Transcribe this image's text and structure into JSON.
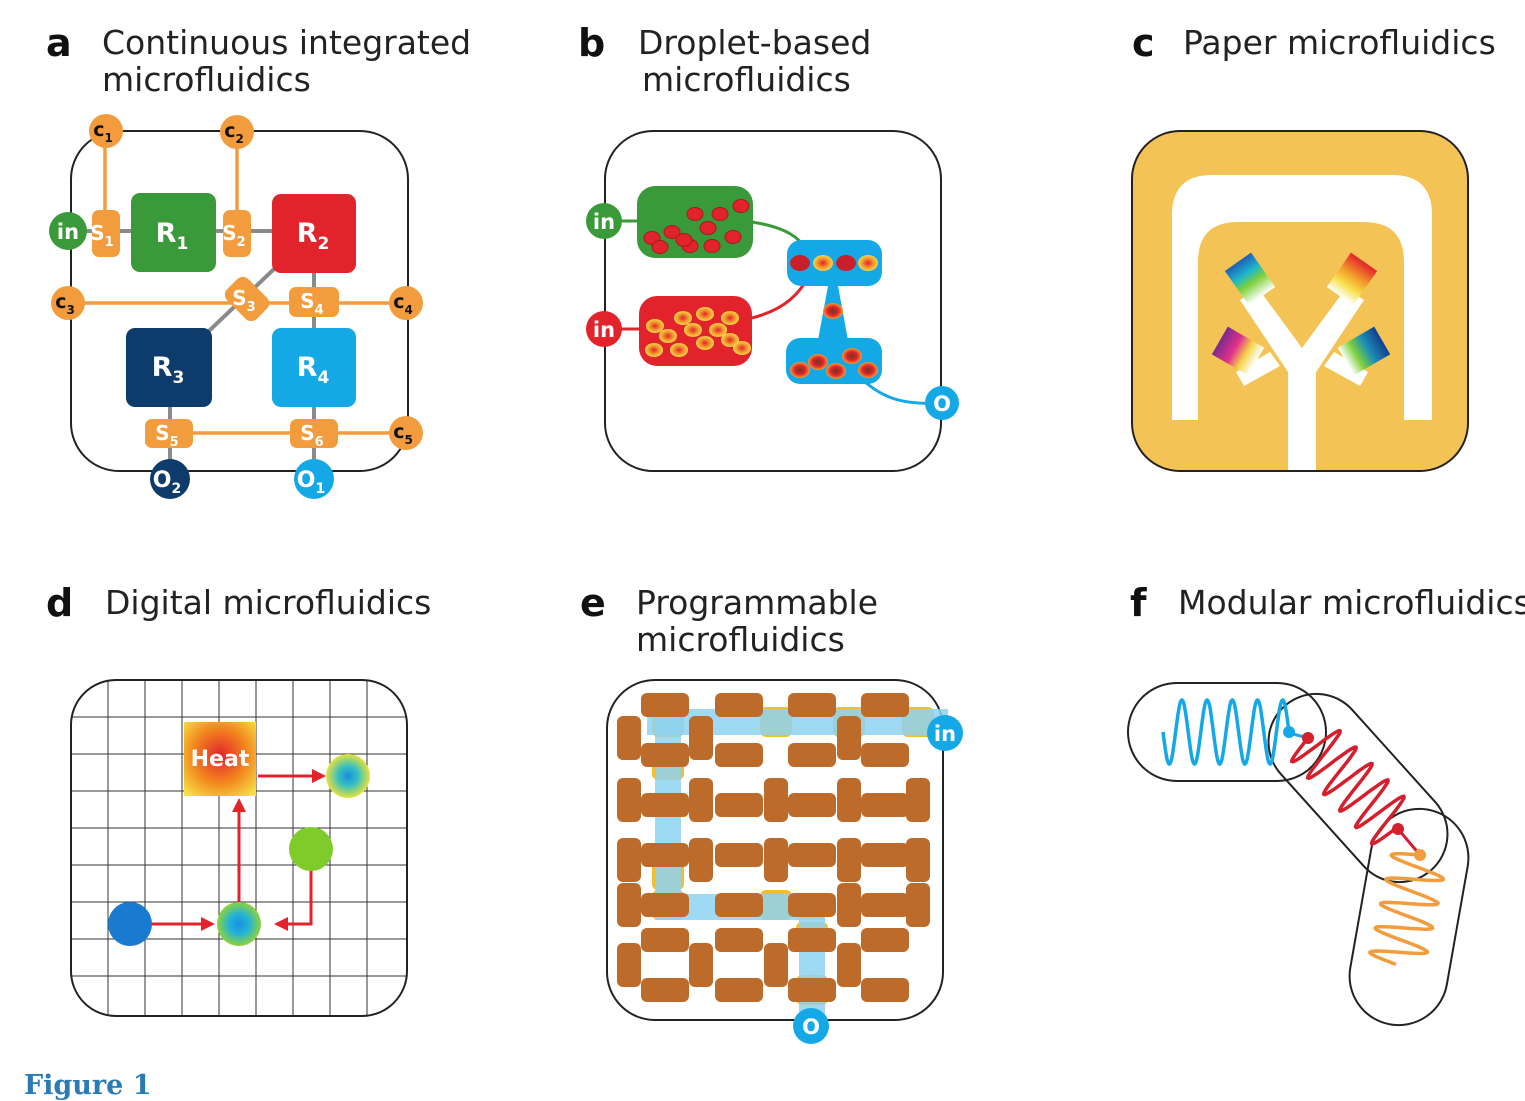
{
  "figure_caption": "Figure 1",
  "colors": {
    "orange": "#f39c3d",
    "green": "#3a9a3a",
    "red": "#e3232c",
    "navy": "#0d3b6b",
    "cyan": "#14a9e6",
    "paper": "#f3c455",
    "brown": "#bd6b2a",
    "yellow": "#f1be2f",
    "light_blue": "#8ed3f2"
  },
  "panels": {
    "a": {
      "letter": "a",
      "title_line1": "Continuous integrated",
      "title_line2": "microfluidics",
      "nodes": {
        "c1": "c",
        "c1_sub": "1",
        "c2": "c",
        "c2_sub": "2",
        "c3": "c",
        "c3_sub": "3",
        "c4": "c",
        "c4_sub": "4",
        "c5": "c",
        "c5_sub": "5",
        "s1": "S",
        "s1_sub": "1",
        "s2": "S",
        "s2_sub": "2",
        "s3": "S",
        "s3_sub": "3",
        "s4": "S",
        "s4_sub": "4",
        "s5": "S",
        "s5_sub": "5",
        "s6": "S",
        "s6_sub": "6",
        "r1": "R",
        "r1_sub": "1",
        "r2": "R",
        "r2_sub": "2",
        "r3": "R",
        "r3_sub": "3",
        "r4": "R",
        "r4_sub": "4",
        "inlet": "in",
        "o1": "O",
        "o1_sub": "1",
        "o2": "O",
        "o2_sub": "2"
      }
    },
    "b": {
      "letter": "b",
      "title_line1": "Droplet-based",
      "title_line2": "microfluidics",
      "inlet_top": "in",
      "inlet_bottom": "in",
      "outlet": "O"
    },
    "c": {
      "letter": "c",
      "title_line1": "Paper microfluidics"
    },
    "d": {
      "letter": "d",
      "title_line1": "Digital microfluidics",
      "heat_label": "Heat"
    },
    "e": {
      "letter": "e",
      "title_line1": "Programmable",
      "title_line2": "microfluidics",
      "inlet": "in",
      "outlet": "O"
    },
    "f": {
      "letter": "f",
      "title_line1": "Modular microfluidics"
    }
  }
}
